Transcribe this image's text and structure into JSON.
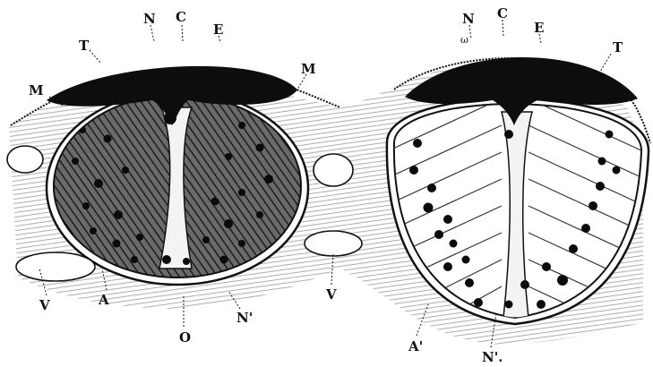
{
  "figure": {
    "labels": {
      "N": "N",
      "C": "C",
      "E": "E",
      "T": "T",
      "M": "M",
      "V": "V",
      "A": "A",
      "O": "O",
      "N_prime": "N'",
      "N_omega": "ω",
      "A_prime": "A'",
      "N_prime2": "N'."
    },
    "colors": {
      "ink": "#111111",
      "dark_fill": "#0d0d0d",
      "hatched_fill": "#555555",
      "paper": "#ffffff"
    }
  }
}
